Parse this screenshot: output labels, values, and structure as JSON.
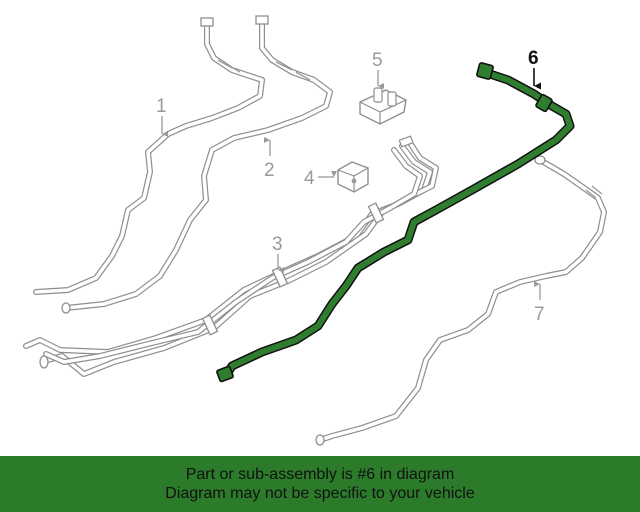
{
  "callouts": {
    "c1": "1",
    "c2": "2",
    "c3": "3",
    "c4": "4",
    "c5": "5",
    "c6": "6",
    "c7": "7"
  },
  "banner": {
    "line1": "Part or sub-assembly is #6 in diagram",
    "line2": "Diagram may not be specific to your vehicle"
  },
  "colors": {
    "highlight": "#2f7d2f",
    "banner": "#2b7b2b"
  }
}
